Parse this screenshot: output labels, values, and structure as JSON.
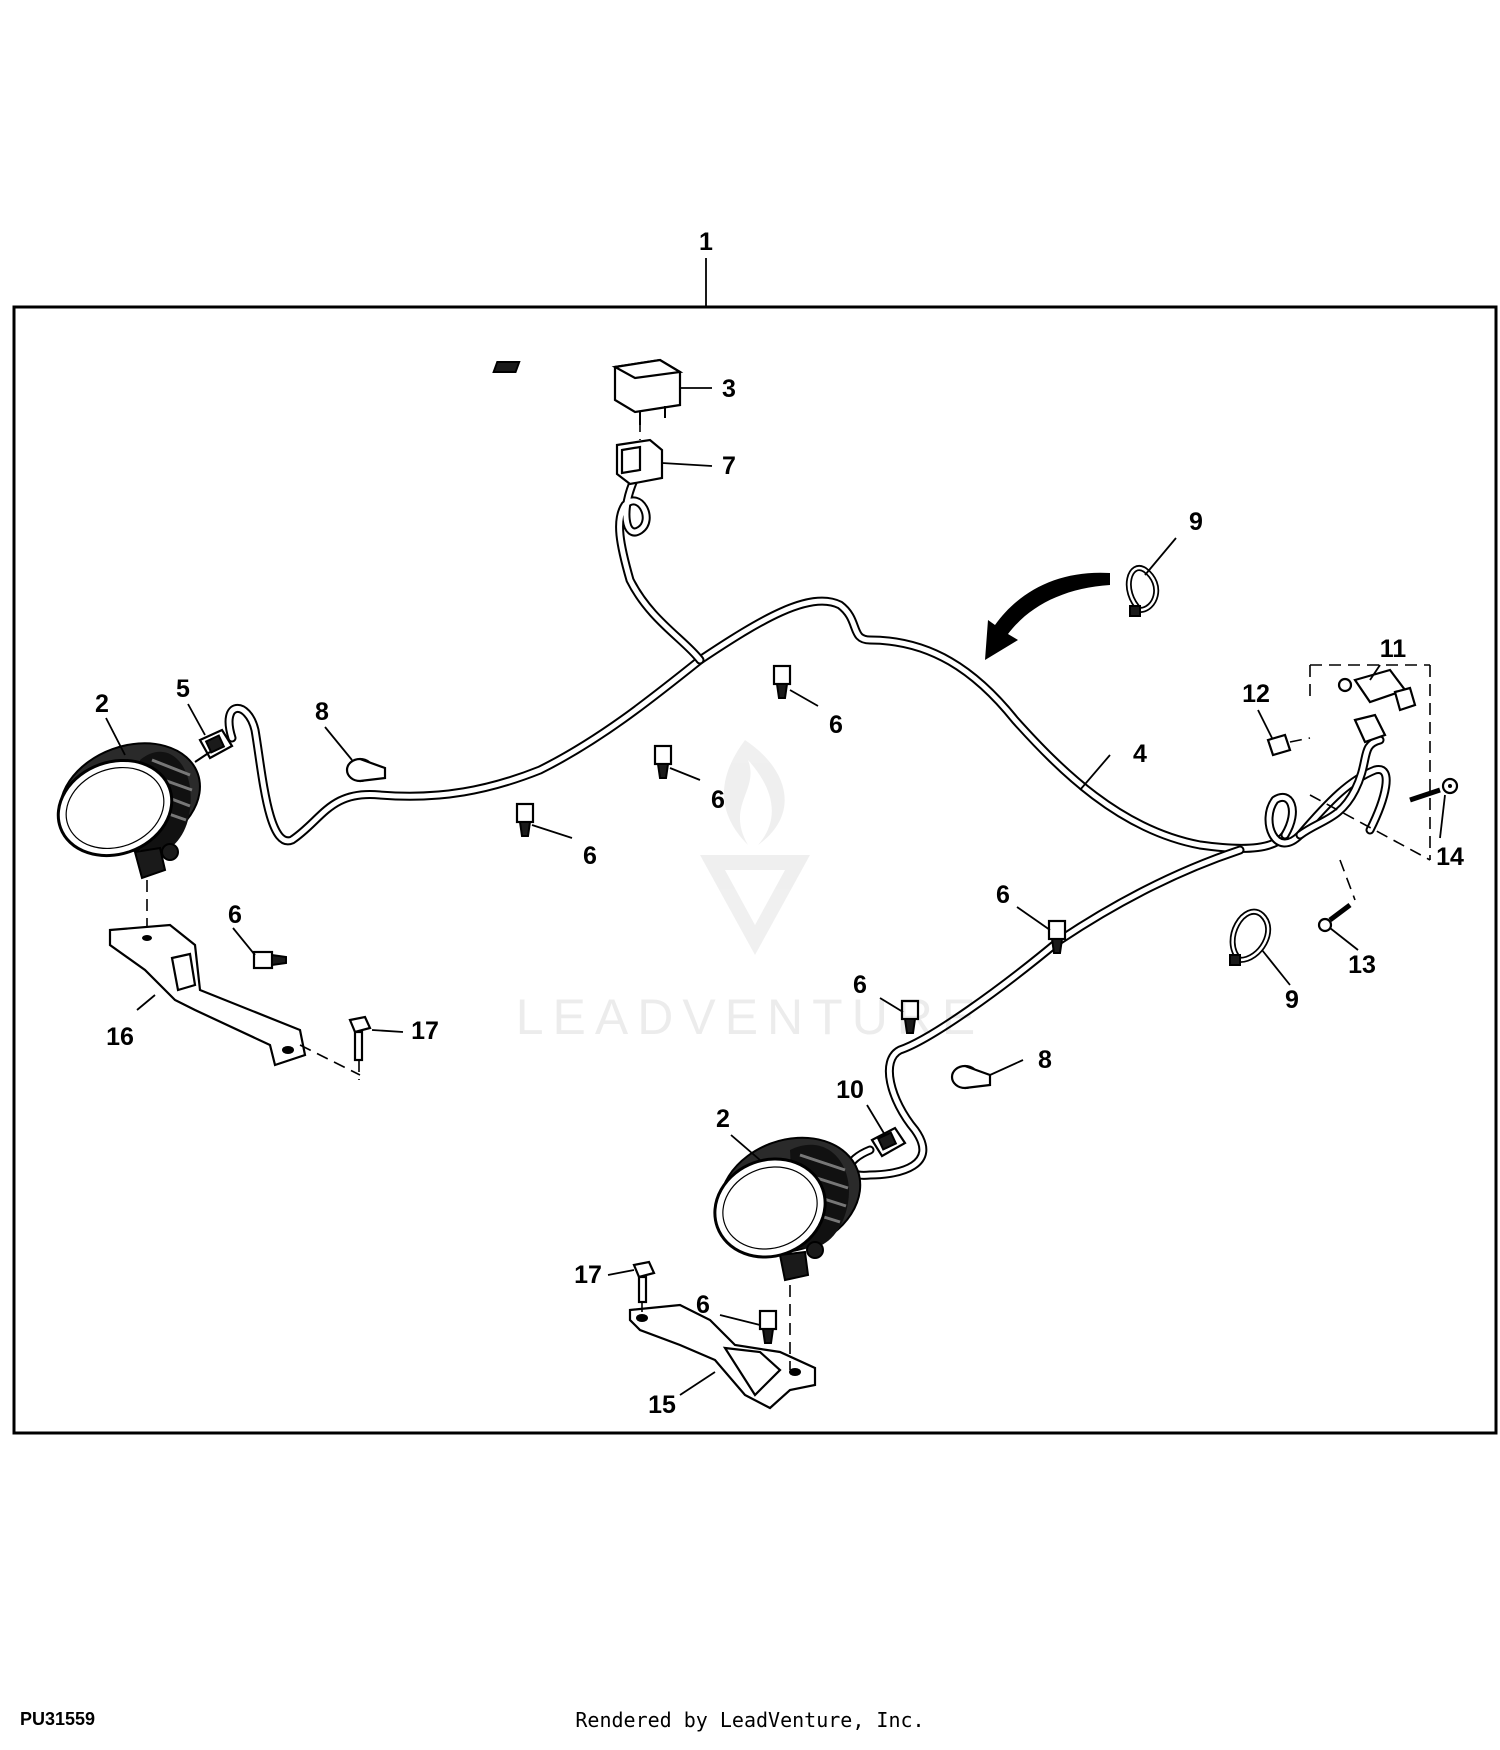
{
  "diagram": {
    "id": "PU31559",
    "credit": "Rendered by LeadVenture, Inc.",
    "watermark": "LEADVENTURE"
  },
  "callouts": {
    "c1": "1",
    "c2a": "2",
    "c2b": "2",
    "c3": "3",
    "c4": "4",
    "c5": "5",
    "c6a": "6",
    "c6b": "6",
    "c6c": "6",
    "c6d": "6",
    "c6e": "6",
    "c6f": "6",
    "c6g": "6",
    "c7": "7",
    "c8a": "8",
    "c8b": "8",
    "c9a": "9",
    "c9b": "9",
    "c10": "10",
    "c11": "11",
    "c12": "12",
    "c13": "13",
    "c14": "14",
    "c15": "15",
    "c16": "16",
    "c17a": "17",
    "c17b": "17"
  }
}
